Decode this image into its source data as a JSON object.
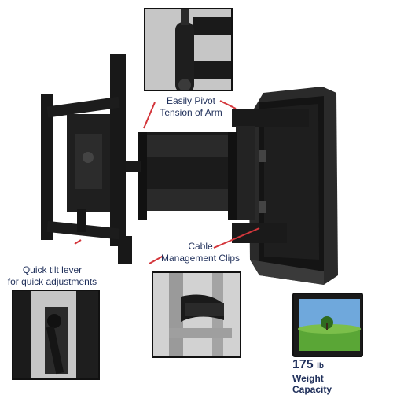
{
  "callouts": {
    "pivot": {
      "line1": "Easily Pivot",
      "line2": "Tension of Arm"
    },
    "clips": {
      "line1": "Cable",
      "line2": "Management Clips"
    },
    "tilt": {
      "line1": "Quick tilt lever",
      "line2": "for quick adjustments"
    }
  },
  "capacity": {
    "value": "175",
    "unit": "lb",
    "label": "Weight Capacity"
  },
  "colors": {
    "accent_red": "#d4373c",
    "text_navy": "#1f2f5a",
    "metal": "#1a1a1a"
  }
}
